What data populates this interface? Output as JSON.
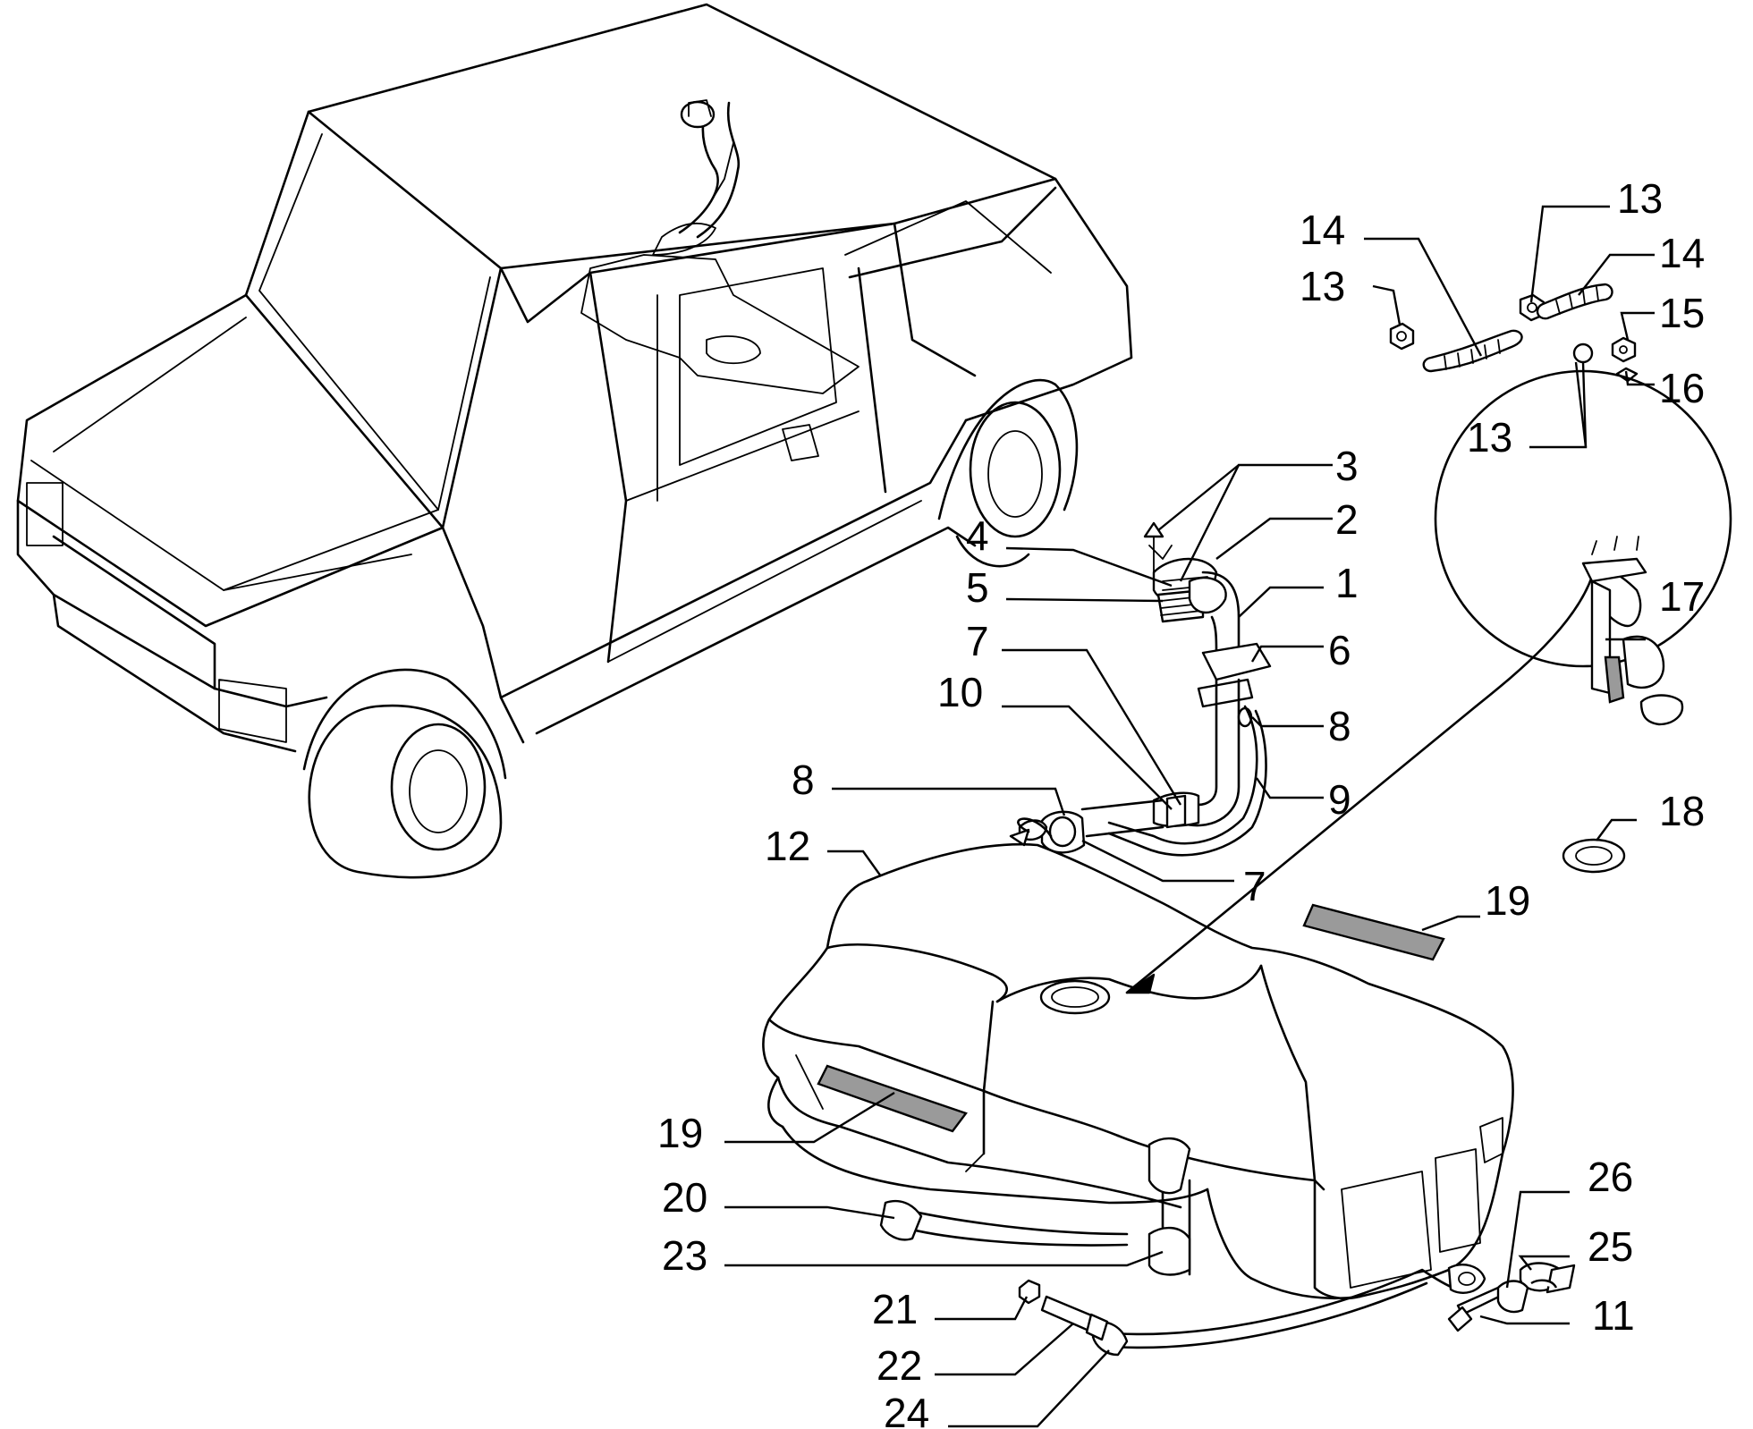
{
  "labels": {
    "l1": "1",
    "l2": "2",
    "l3": "3",
    "l4": "4",
    "l5": "5",
    "l6": "6",
    "l7a": "7",
    "l7b": "7",
    "l8a": "8",
    "l8b": "8",
    "l9": "9",
    "l10": "10",
    "l11": "11",
    "l12": "12",
    "l13a": "13",
    "l13b": "13",
    "l13c": "13",
    "l14a": "14",
    "l14b": "14",
    "l15": "15",
    "l16": "16",
    "l17": "17",
    "l18": "18",
    "l19a": "19",
    "l19b": "19",
    "l20": "20",
    "l21": "21",
    "l22": "22",
    "l23": "23",
    "l24": "24",
    "l25": "25",
    "l26": "26"
  }
}
